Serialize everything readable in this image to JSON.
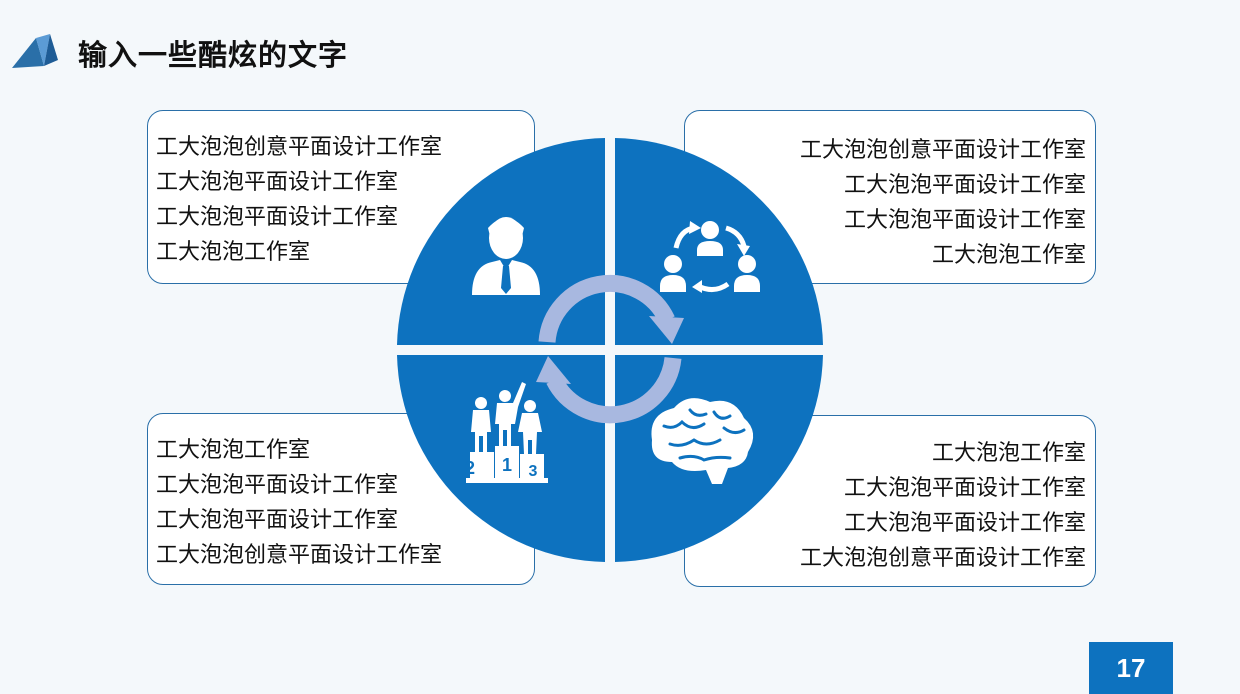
{
  "slide": {
    "title": "输入一些酷炫的文字",
    "page_number": "17"
  },
  "colors": {
    "accent_blue": "#0d72bf",
    "arrow_blue": "#a8b8e0",
    "box_border": "#2a6fa8",
    "background": "#f4f8fb"
  },
  "quadrants": {
    "top_left": {
      "icon": "businessman-icon",
      "lines": [
        "工大泡泡创意平面设计工作室",
        "工大泡泡平面设计工作室",
        "工大泡泡平面设计工作室",
        "工大泡泡工作室"
      ]
    },
    "top_right": {
      "icon": "team-cycle-icon",
      "lines": [
        "工大泡泡创意平面设计工作室",
        "工大泡泡平面设计工作室",
        "工大泡泡平面设计工作室",
        "工大泡泡工作室"
      ]
    },
    "bottom_left": {
      "icon": "podium-icon",
      "podium_numbers": [
        "2",
        "1",
        "3"
      ],
      "lines": [
        "工大泡泡工作室",
        "工大泡泡平面设计工作室",
        "工大泡泡平面设计工作室",
        "工大泡泡创意平面设计工作室"
      ]
    },
    "bottom_right": {
      "icon": "brain-icon",
      "lines": [
        "工大泡泡工作室",
        "工大泡泡平面设计工作室",
        "工大泡泡平面设计工作室",
        "工大泡泡创意平面设计工作室"
      ]
    }
  },
  "center": {
    "icon": "cycle-arrows-icon"
  }
}
